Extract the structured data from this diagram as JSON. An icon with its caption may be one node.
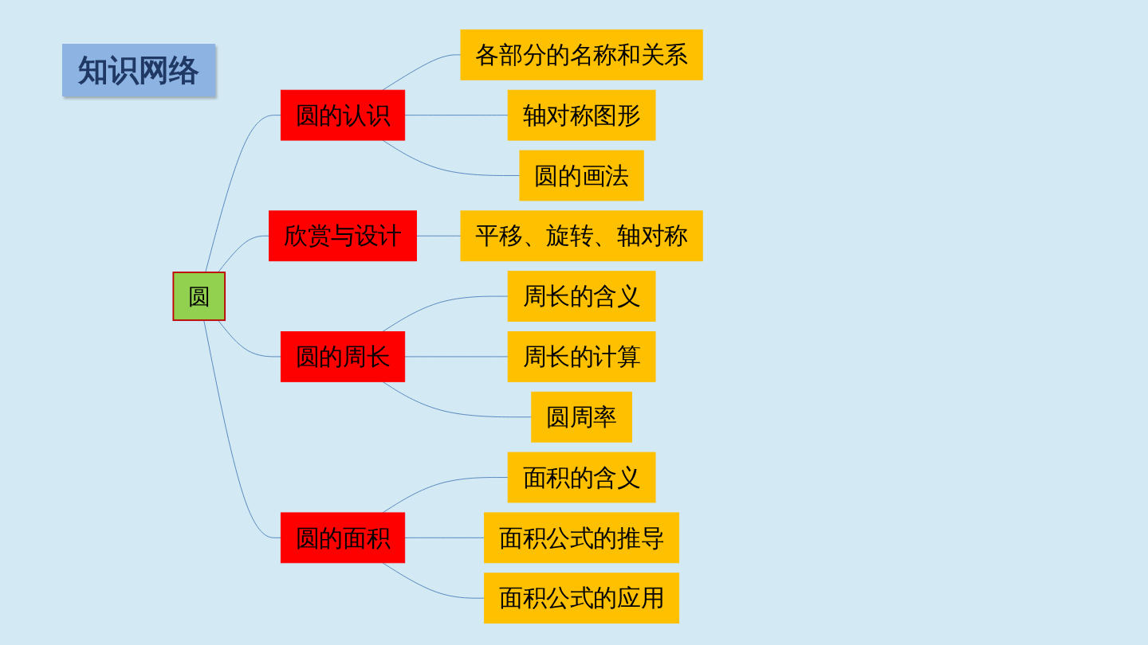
{
  "diagram": {
    "title": "知识网络",
    "nodes": [
      {
        "text": [
          "圆"
        ]
      },
      {
        "text": [
          "圆的认识"
        ]
      },
      {
        "text": [
          "各部分的名称和关系"
        ]
      },
      {
        "text": [
          "轴对称图形"
        ]
      },
      {
        "text": [
          "圆的画法"
        ]
      },
      {
        "text": [
          "欣赏与设计"
        ]
      },
      {
        "text": [
          "平移、旋转、轴对称"
        ]
      },
      {
        "text": [
          "圆的周长"
        ]
      },
      {
        "text": [
          "周长的含义"
        ]
      },
      {
        "text": [
          "周长的计算"
        ]
      },
      {
        "text": [
          "圆周率"
        ]
      },
      {
        "text": [
          "圆的面积"
        ]
      },
      {
        "text": [
          "面积的含义"
        ]
      },
      {
        "text": [
          "面积公式的推导"
        ]
      },
      {
        "text": [
          "面积公式的应用"
        ]
      }
    ],
    "edges": [
      {
        "from": 0,
        "to": 1,
        "arrow": "none"
      },
      {
        "from": 1,
        "to": 2,
        "arrow": "none"
      },
      {
        "from": 1,
        "to": 3,
        "arrow": "none"
      },
      {
        "from": 1,
        "to": 4,
        "arrow": "none"
      },
      {
        "from": 0,
        "to": 5,
        "arrow": "none"
      },
      {
        "from": 5,
        "to": 6,
        "arrow": "none"
      },
      {
        "from": 0,
        "to": 7,
        "arrow": "none"
      },
      {
        "from": 7,
        "to": 8,
        "arrow": "none"
      },
      {
        "from": 7,
        "to": 9,
        "arrow": "none"
      },
      {
        "from": 7,
        "to": 10,
        "arrow": "none"
      },
      {
        "from": 0,
        "to": 11,
        "arrow": "none"
      },
      {
        "from": 11,
        "to": 12,
        "arrow": "none"
      },
      {
        "from": 11,
        "to": 13,
        "arrow": "none"
      },
      {
        "from": 11,
        "to": 14,
        "arrow": "none"
      }
    ]
  }
}
